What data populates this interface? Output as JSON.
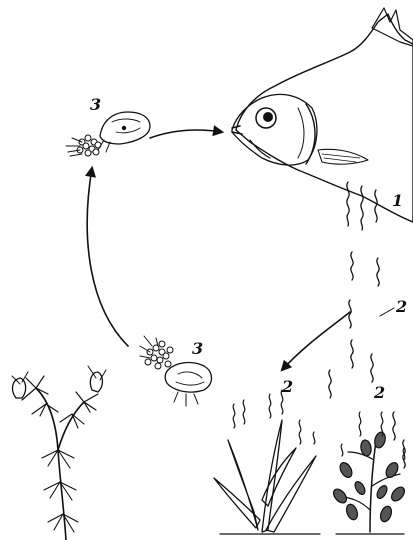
{
  "labels": {
    "carp": "1",
    "worms_top": "2",
    "worms_left_plant": "2",
    "worms_right_plant": "2",
    "cyst_top": "3",
    "cyst_bottom": "3"
  }
}
